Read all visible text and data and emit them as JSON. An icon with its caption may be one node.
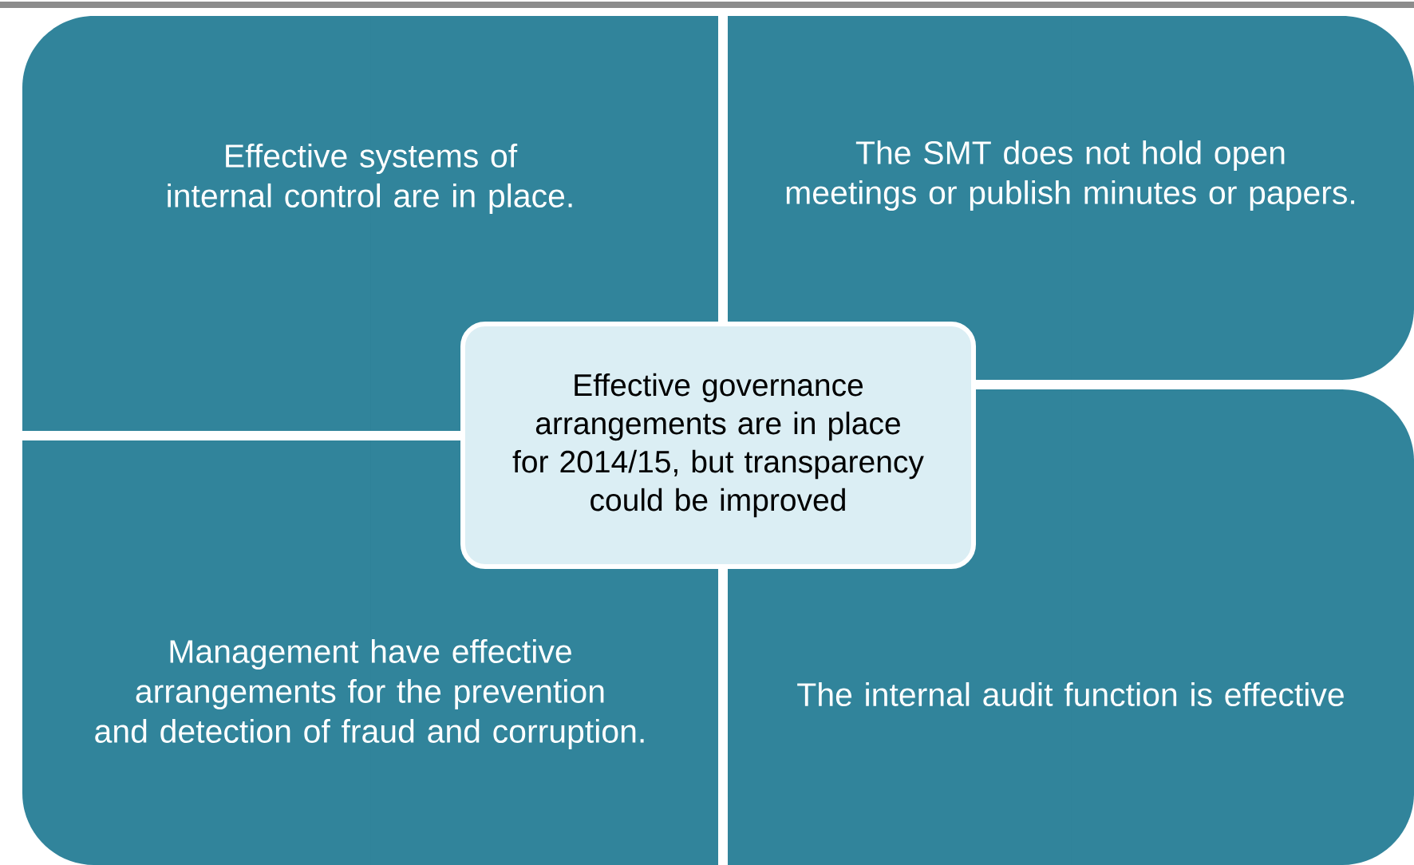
{
  "diagram": {
    "nodes": [
      {
        "text": [
          "Effective systems of internal control are in place."
        ]
      },
      {
        "text": [
          "The SMT does not hold open meetings or publish minutes or papers."
        ]
      },
      {
        "text": [
          "Effective governance arrangements are in place for 2014/15, but transparency could be improved"
        ]
      },
      {
        "text": [
          "Management have effective arrangements for the prevention and detection of fraud and corruption."
        ]
      },
      {
        "text": [
          "The internal audit function is effective"
        ]
      }
    ]
  }
}
